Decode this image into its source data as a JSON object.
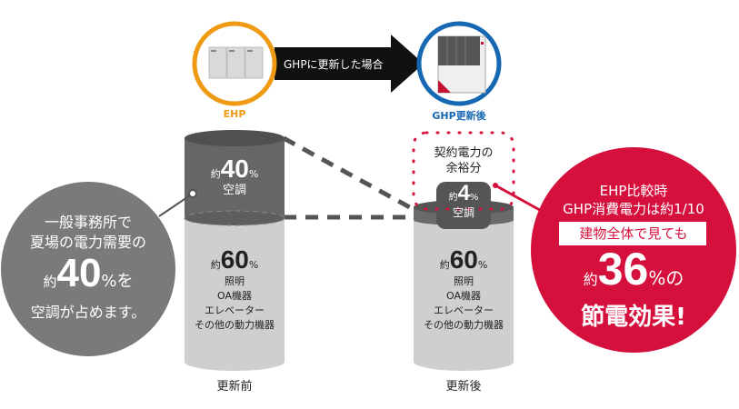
{
  "colors": {
    "ehp_ring": "#EE9A12",
    "ghp_ring": "#1668B2",
    "accent_red": "#D5103D",
    "dark_gray": "#5A5A5A",
    "mid_gray": "#757575",
    "light_gray": "#CFCFCF",
    "callout_gray": "#7A7A7A"
  },
  "header": {
    "ehp_label": "EHP",
    "ghp_label": "GHP更新後",
    "arrow_text": "GHPに更新した場合"
  },
  "left_callout": {
    "line1": "一般事務所で",
    "line2": "夏場の電力需要の",
    "prefix": "約",
    "value": "40",
    "unit": "%を",
    "line4": "空調が占めます。"
  },
  "before": {
    "label": "更新前",
    "ac": {
      "prefix": "約",
      "value": "40",
      "unit": "%",
      "label": "空調",
      "share_percent": 40
    },
    "other": {
      "prefix": "約",
      "value": "60",
      "unit": "%",
      "items": [
        "照明",
        "OA機器",
        "エレベーター",
        "その他の動力機器"
      ],
      "share_percent": 60
    }
  },
  "after": {
    "label": "更新後",
    "margin_label_line1": "契約電力の",
    "margin_label_line2": "余裕分",
    "ac": {
      "prefix": "約",
      "value": "4",
      "unit": "%",
      "label": "空調",
      "share_percent": 4
    },
    "other": {
      "prefix": "約",
      "value": "60",
      "unit": "%",
      "items": [
        "照明",
        "OA機器",
        "エレベーター",
        "その他の動力機器"
      ],
      "share_percent": 60
    }
  },
  "right_callout": {
    "line1": "EHP比較時",
    "line2": "GHP消費電力は約1/10",
    "boxed": "建物全体で見ても",
    "prefix": "約",
    "value": "36",
    "unit": "%の",
    "line5": "節電効果!"
  }
}
